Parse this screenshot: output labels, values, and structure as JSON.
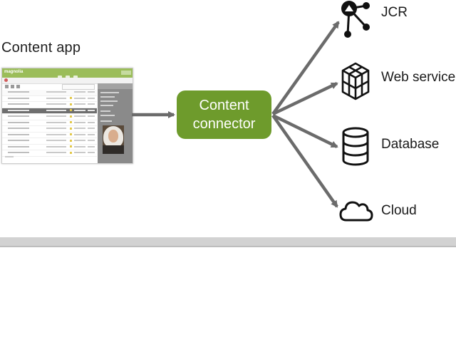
{
  "diagram": {
    "source": {
      "label": "Content app",
      "screenshot": {
        "app_logo": "magnolia",
        "row_count": 11,
        "selected_row": 3
      }
    },
    "hub": {
      "label_line1": "Content",
      "label_line2": "connector"
    },
    "targets": [
      {
        "label": "JCR",
        "icon": "jcr-tree-icon"
      },
      {
        "label": "Web service",
        "icon": "web-service-cubes-icon"
      },
      {
        "label": "Database",
        "icon": "database-icon"
      },
      {
        "label": "Cloud",
        "icon": "cloud-icon"
      }
    ]
  },
  "colors": {
    "connector_fill": "#6e9b2c",
    "arrow": "#6b6b6b",
    "app_header": "#9bbd5a",
    "icon_stroke": "#111111",
    "bottom_band": "#d2d2d2"
  }
}
